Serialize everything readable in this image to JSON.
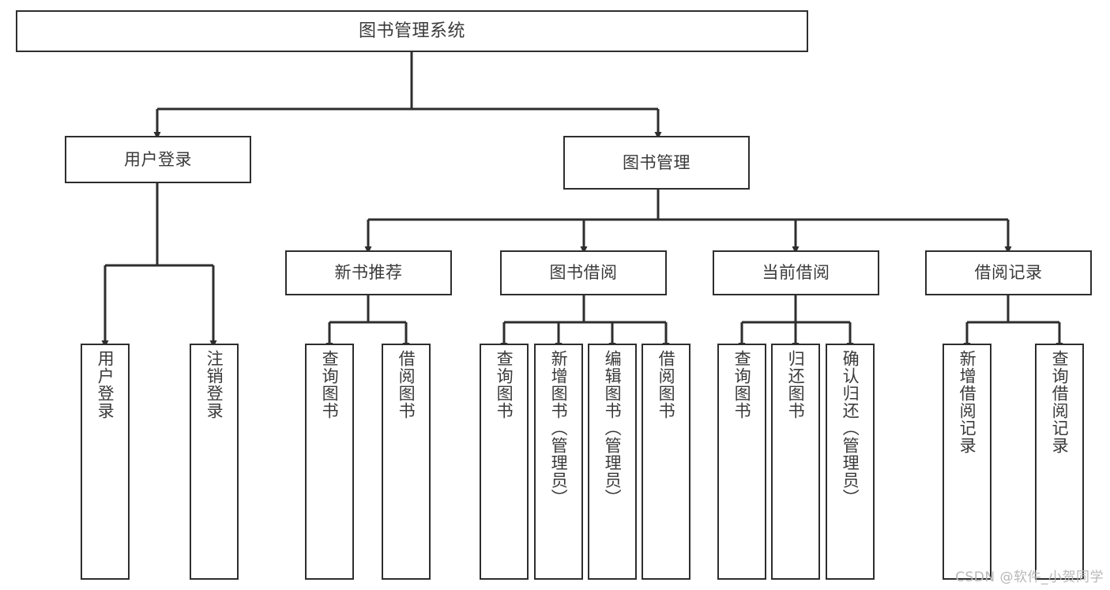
{
  "diagram": {
    "title": "图书管理系统",
    "type": "tree-hierarchy-diagram",
    "watermark": "CSDN @软件_小贺同学",
    "colors": {
      "background": "#ffffff",
      "node_border": "#2e2e2e",
      "node_fill": "#ffffff",
      "text": "#3a3a3a",
      "edge": "#2e2e2e",
      "watermark": "#b8b8b8"
    },
    "nodes": {
      "root": {
        "label": "图书管理系统"
      },
      "level1": [
        {
          "label": "用户登录"
        },
        {
          "label": "图书管理"
        }
      ],
      "level2": [
        {
          "label": "新书推荐"
        },
        {
          "label": "图书借阅"
        },
        {
          "label": "当前借阅"
        },
        {
          "label": "借阅记录"
        }
      ],
      "leaves": {
        "user_login": [
          {
            "label": "用户登录"
          },
          {
            "label": "注销登录"
          }
        ],
        "new_book_recommend": [
          {
            "label": "查询图书"
          },
          {
            "label": "借阅图书"
          }
        ],
        "book_borrow": [
          {
            "label": "查询图书"
          },
          {
            "label": "新增图书（管理员）"
          },
          {
            "label": "编辑图书（管理员）"
          },
          {
            "label": "借阅图书"
          }
        ],
        "current_borrow": [
          {
            "label": "查询图书"
          },
          {
            "label": "归还图书"
          },
          {
            "label": "确认归还（管理员）"
          }
        ],
        "borrow_record": [
          {
            "label": "新增借阅记录"
          },
          {
            "label": "查询借阅记录"
          }
        ]
      }
    }
  }
}
